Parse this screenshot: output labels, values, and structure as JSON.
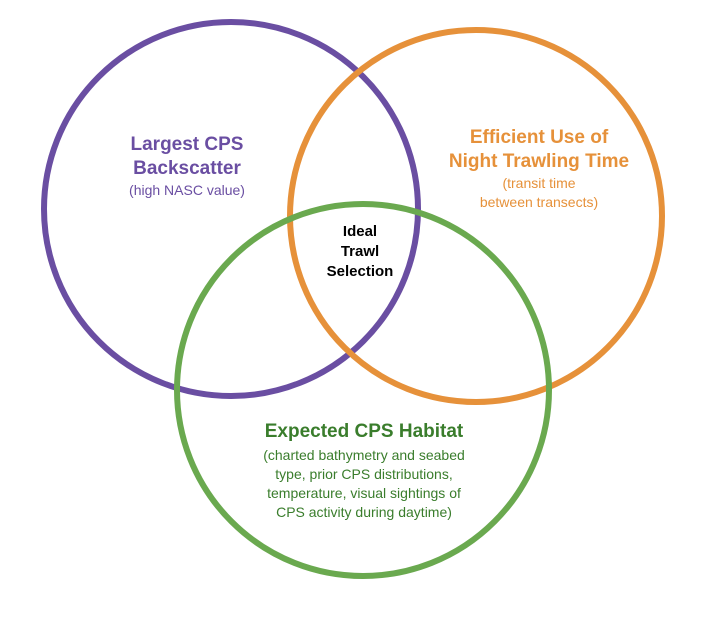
{
  "colors": {
    "purple": "#6a4ea2",
    "orange": "#e6913a",
    "green": "#6aa94f",
    "purple_text": "#6a4ea2",
    "orange_text": "#e6913a",
    "green_text": "#3a7d2c",
    "center_text": "#000000"
  },
  "sets": {
    "backscatter": {
      "title_line1": "Largest CPS",
      "title_line2": "Backscatter",
      "detail": "(high NASC value)"
    },
    "trawling": {
      "title_line1": "Efficient Use of",
      "title_line2": "Night Trawling Time",
      "detail_line1": "(transit time",
      "detail_line2": "between transects)"
    },
    "habitat": {
      "title": "Expected CPS Habitat",
      "detail_line1": "(charted bathymetry and seabed",
      "detail_line2": "type, prior CPS distributions,",
      "detail_line3": "temperature, visual sightings of",
      "detail_line4": "CPS activity during daytime)"
    }
  },
  "intersection": {
    "line1": "Ideal",
    "line2": "Trawl",
    "line3": "Selection"
  }
}
